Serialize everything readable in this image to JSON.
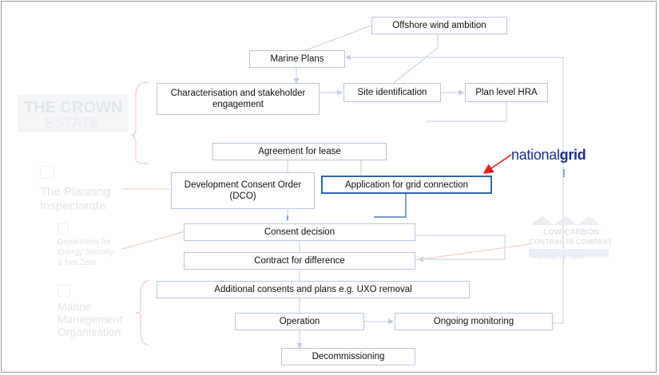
{
  "boxes": {
    "offshore_wind": "Offshore wind ambition",
    "marine_plans": "Marine Plans",
    "characterisation": "Characterisation and stakeholder engagement",
    "site_identification": "Site identification",
    "plan_level_hra": "Plan level HRA",
    "agreement_for_lease": "Agreement for lease",
    "dco": "Development Consent Order (DCO)",
    "grid_connection": "Application for grid connection",
    "consent_decision": "Consent decision",
    "contract_for_difference": "Contract for difference",
    "additional_consents": "Additional consents and plans e.g. UXO removal",
    "operation": "Operation",
    "ongoing_monitoring": "Ongoing monitoring",
    "decommissioning": "Decommissioning"
  },
  "logos": {
    "crown_estate_1": "THE CROWN",
    "crown_estate_2": "ESTATE",
    "planning_1": "The Planning",
    "planning_2": "Inspectorate",
    "desnz_1": "Department for",
    "desnz_2": "Energy Security",
    "desnz_3": "& Net Zero",
    "mmo_1": "Marine",
    "mmo_2": "Management",
    "mmo_3": "Organisation",
    "lccc_1": "LOW CARBON",
    "lccc_2": "CONTRACTS COMPANY",
    "lccc_3": "POWERING NET ZERO"
  },
  "national_grid": {
    "part1": "national",
    "part2": "grid"
  },
  "colors": {
    "box_border": "#b9c7dc",
    "highlight_border": "#2f64ad",
    "pointer_arrow": "#e02020",
    "national_grid_blue": "#1b2f8a",
    "faded_bracket": "#f2c9c4"
  }
}
